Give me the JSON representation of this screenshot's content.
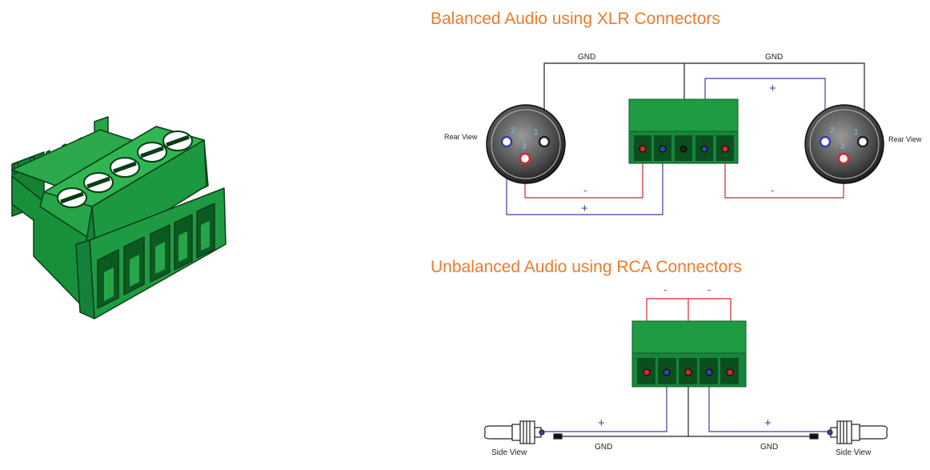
{
  "balanced": {
    "title": "Balanced Audio using XLR Connectors",
    "gnd_left": "GND",
    "gnd_right": "GND",
    "plus_top": "+",
    "minus_left": "-",
    "plus_left": "+",
    "minus_right": "-",
    "left_xlr": {
      "view": "Rear View",
      "pin1": "1",
      "pin2": "2",
      "pin3": "3"
    },
    "right_xlr": {
      "view": "Rear View",
      "pin1": "1",
      "pin2": "2",
      "pin3": "3"
    }
  },
  "unbalanced": {
    "title": "Unbalanced Audio using RCA Connectors",
    "minus_a": "-",
    "minus_b": "-",
    "plus_left": "+",
    "plus_right": "+",
    "gnd_left": "GND",
    "gnd_right": "GND",
    "left_rca": {
      "view": "Side View"
    },
    "right_rca": {
      "view": "Side View"
    }
  },
  "colors": {
    "title": "#ee7a2b",
    "terminal_green": "#1d9a3f",
    "terminal_dark": "#0f6a2a",
    "wire_red": "#d7262e",
    "wire_blue": "#3c3ea3",
    "wire_black": "#222222"
  }
}
